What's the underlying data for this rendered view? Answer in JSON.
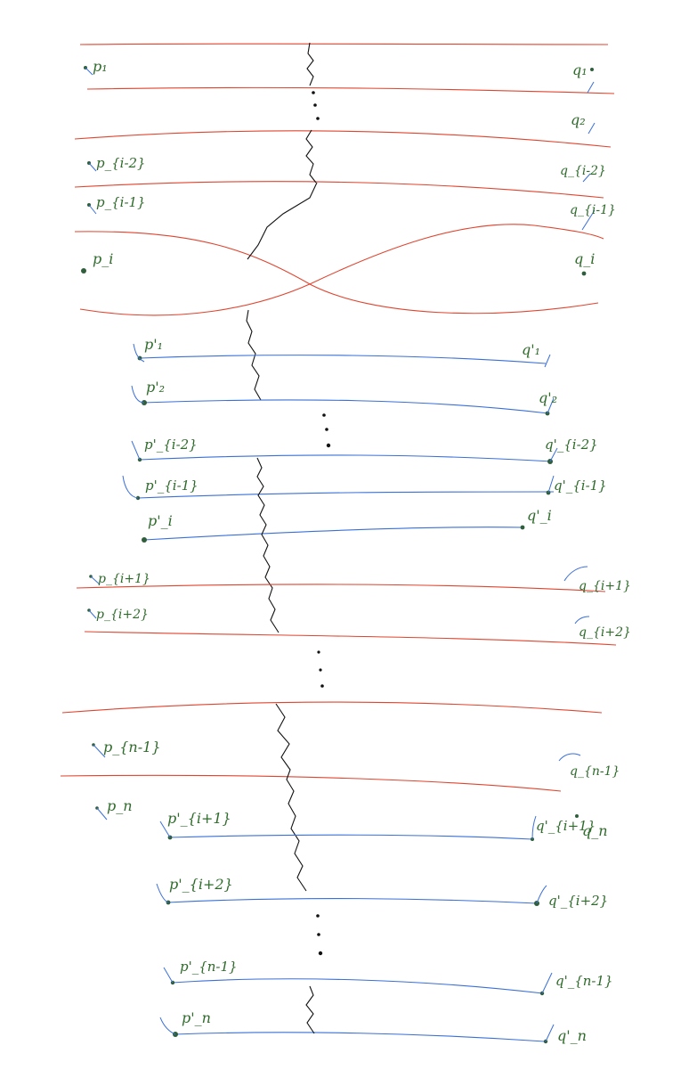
{
  "diagram": {
    "colors": {
      "red_path": "#e0442f",
      "blue_path": "#3a6fd8",
      "label": "#2e6b2a",
      "crossing": "#111111"
    },
    "labels": {
      "p1": "p₁",
      "q1": "q₁",
      "q2": "q₂",
      "p_i2": "p_{i-2}",
      "q_i2": "q_{i-2}",
      "p_i1": "p_{i-1}",
      "q_i1": "q_{i-1}",
      "p_i": "p_i",
      "q_i": "q_i",
      "pp1": "p'₁",
      "qp1": "q'₁",
      "pp2": "p'₂",
      "qp2": "q'₂",
      "pp_i2": "p'_{i-2}",
      "qp_i2": "q'_{i-2}",
      "pp_i1": "p'_{i-1}",
      "qp_i1": "q'_{i-1}",
      "pp_i": "p'_i",
      "qp_i": "q'_i",
      "p_ip1": "p_{i+1}",
      "q_ip1": "q_{i+1}",
      "p_ip2": "p_{i+2}",
      "q_ip2": "q_{i+2}",
      "p_n1": "p_{n-1}",
      "q_n1": "q_{n-1}",
      "p_n": "p_n",
      "q_n": "q_n",
      "pp_ip1": "p'_{i+1}",
      "qp_ip1": "q'_{i+1}",
      "pp_ip2": "p'_{i+2}",
      "qp_ip2": "q'_{i+2}",
      "pp_n1": "p'_{n-1}",
      "qp_n1": "q'_{n-1}",
      "pp_n": "p'_n",
      "qp_n": "q'_n"
    }
  }
}
